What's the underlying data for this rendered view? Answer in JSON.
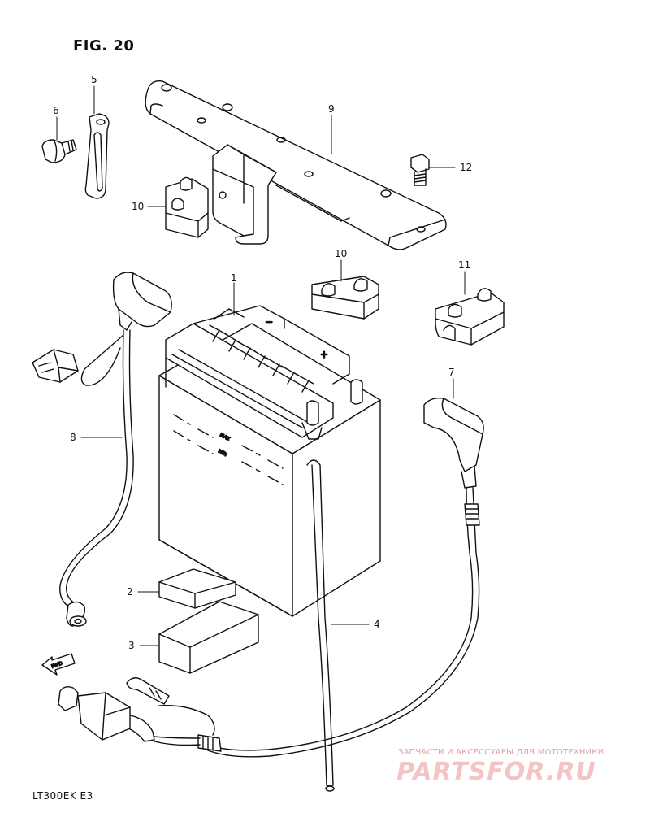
{
  "header": {
    "figure_label": "FIG. 20"
  },
  "footer": {
    "model_code": "LT300EK  E3"
  },
  "direction_marker": {
    "text": "FWD"
  },
  "battery_markings": {
    "max": "MAX",
    "min": "MIN"
  },
  "watermark": {
    "tagline": "ЗАПЧАСТИ И АКСЕССУАРЫ ДЛЯ МОТОТЕХНИКИ",
    "logo": "PARTSFOR.RU"
  },
  "callouts": [
    "1",
    "2",
    "3",
    "4",
    "5",
    "6",
    "7",
    "8",
    "9",
    "10",
    "10",
    "11",
    "12"
  ],
  "colors": {
    "line": "#111111",
    "watermark": "#f0b8b8"
  }
}
